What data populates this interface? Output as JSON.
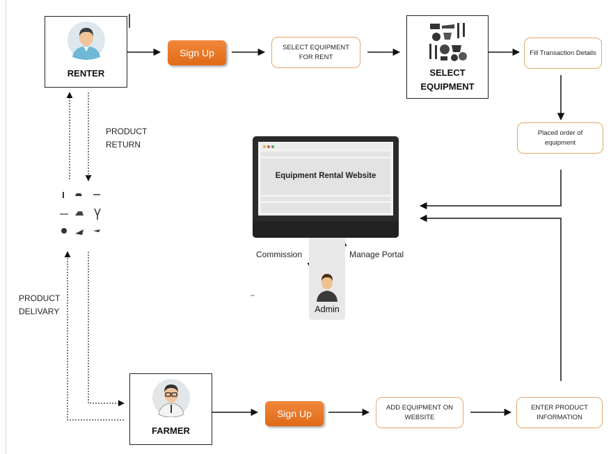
{
  "renter": {
    "label": "RENTER"
  },
  "farmer": {
    "label": "FARMER"
  },
  "admin": {
    "label": "Admin"
  },
  "signup_top": "Sign Up",
  "signup_bottom": "Sign Up",
  "steps": {
    "select_equipment_for_rent": "SELECT EQUIPMENT FOR RENT",
    "select_equipment": "SELECT EQUIPMENT",
    "fill_transaction": "Fill Transaction Details",
    "placed_order": "Placed order of equipment",
    "add_equipment": "ADD EQUIPMENT ON WEBSITE",
    "enter_product": "ENTER PRODUCT INFORMATION"
  },
  "website": {
    "title": "Equipment Rental Website"
  },
  "labels": {
    "product_return": "PRODUCT RETURN",
    "product_delivary": "PRODUCT DELIVARY",
    "commission": "Commission",
    "manage_portal": "Manage Portal"
  },
  "colors": {
    "accent": "#e67a25",
    "pill_border": "#e0a868",
    "monitor": "#2b2b2b"
  }
}
